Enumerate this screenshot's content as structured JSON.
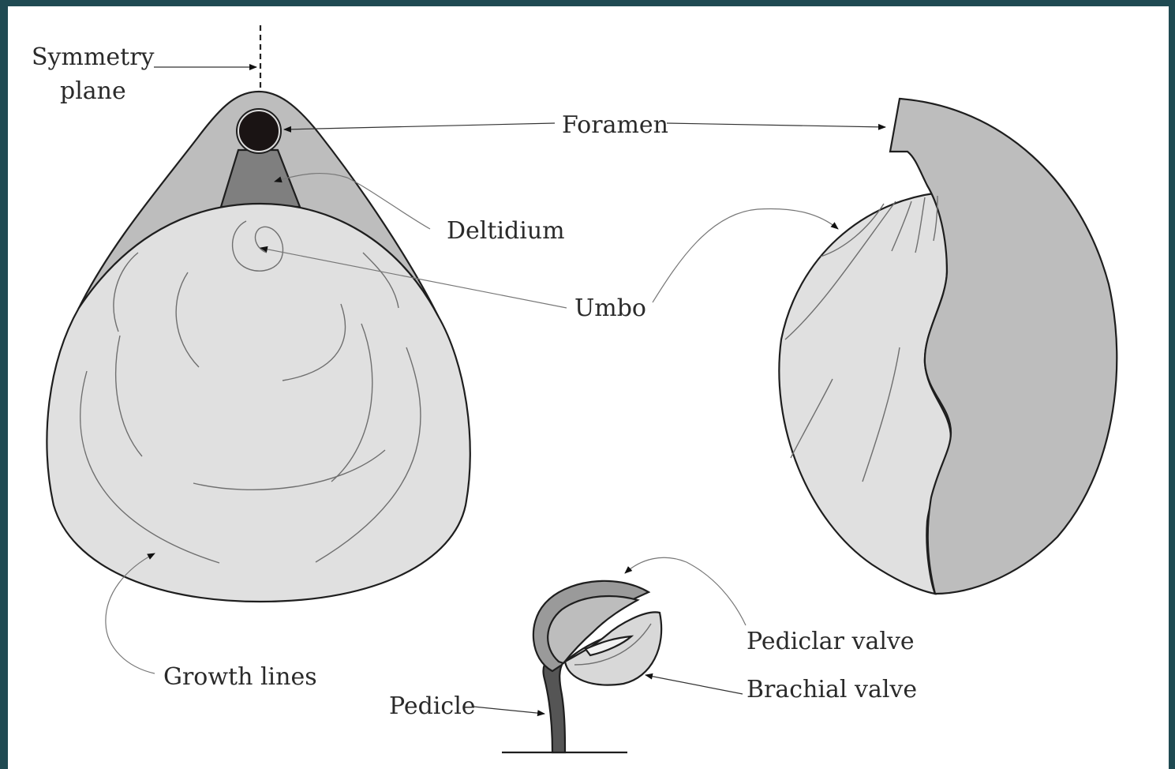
{
  "labels": {
    "symmetry_line1": "Symmetry",
    "symmetry_line2": "plane",
    "foramen": "Foramen",
    "deltidium": "Deltidium",
    "umbo": "Umbo",
    "growth_lines": "Growth lines",
    "pediclar_valve": "Pediclar valve",
    "brachial_valve": "Brachial valve",
    "pedicle": "Pedicle"
  },
  "colors": {
    "background_border": "#1f4a52",
    "canvas": "#ffffff",
    "light_shell": "#e0e0e0",
    "mid_shell": "#bdbdbd",
    "dark_shell": "#7a7a7a",
    "foramen_fill": "#1a1414",
    "outline": "#1e1e1e"
  }
}
